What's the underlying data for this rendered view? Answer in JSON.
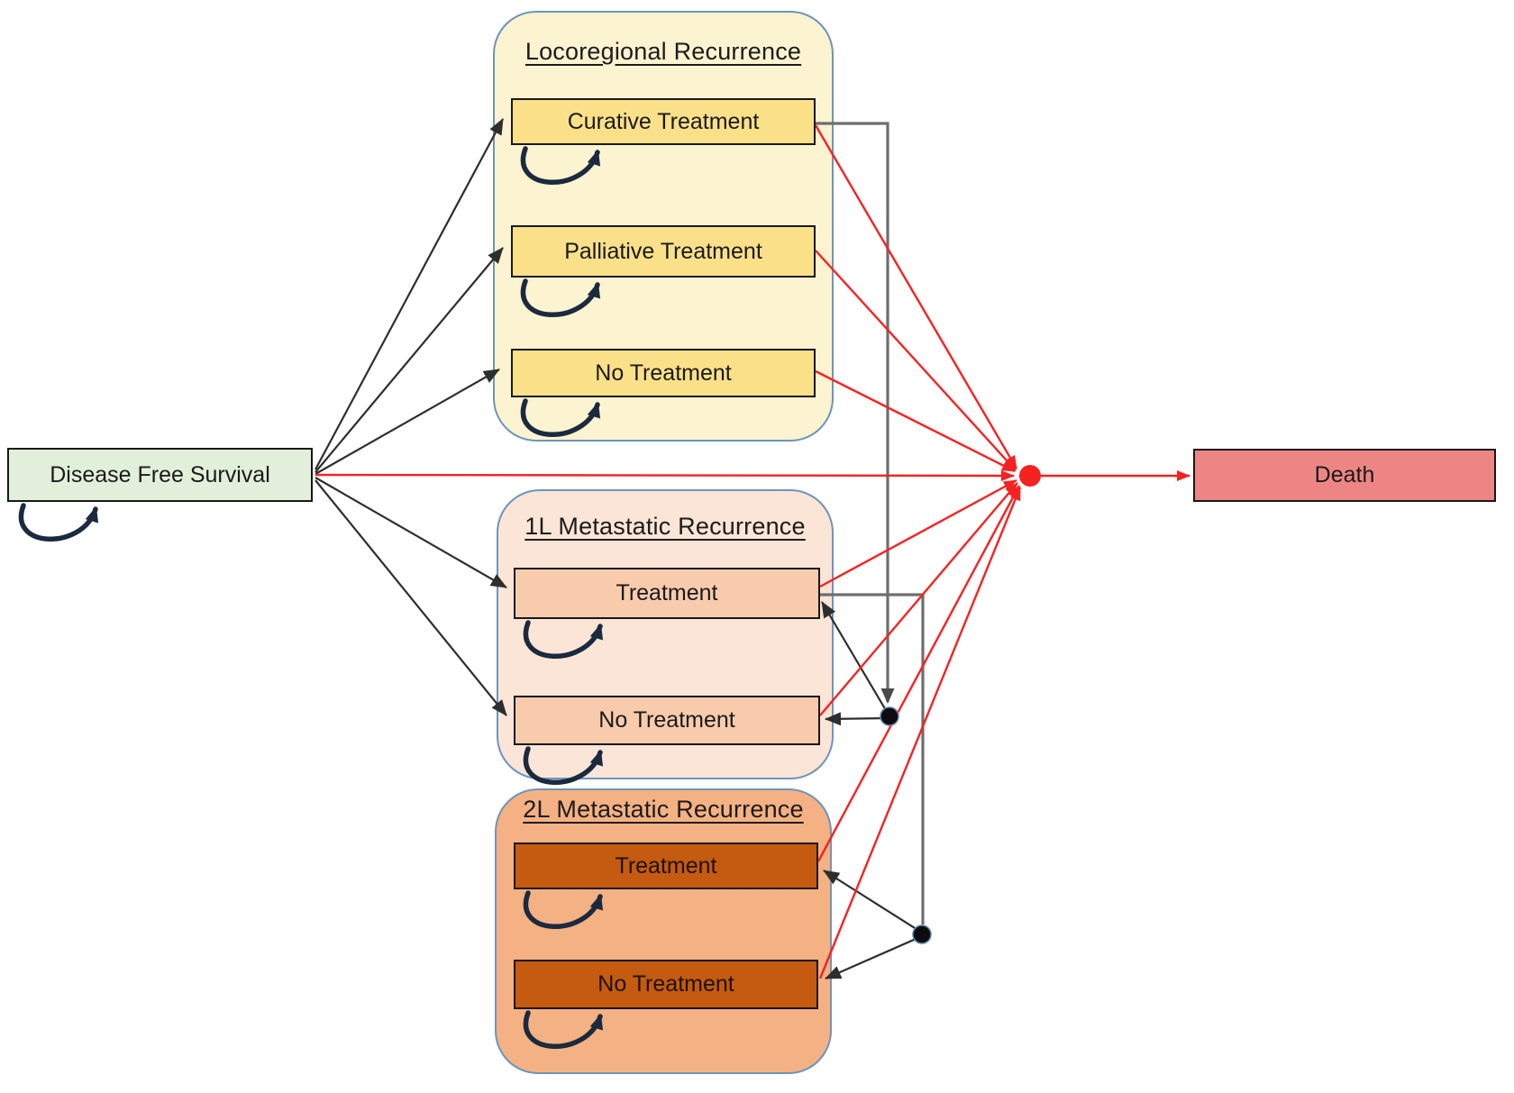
{
  "diagram": {
    "type": "state-transition-model",
    "nodes": {
      "dfs": {
        "label": "Disease Free Survival"
      },
      "death": {
        "label": "Death"
      }
    },
    "groups": [
      {
        "title": "Locoregional Recurrence",
        "states": [
          {
            "label": "Curative Treatment"
          },
          {
            "label": "Palliative Treatment"
          },
          {
            "label": "No Treatment"
          }
        ]
      },
      {
        "title": "1L Metastatic Recurrence",
        "states": [
          {
            "label": "Treatment"
          },
          {
            "label": "No Treatment"
          }
        ]
      },
      {
        "title": "2L Metastatic Recurrence",
        "states": [
          {
            "label": "Treatment"
          },
          {
            "label": "No Treatment"
          }
        ]
      }
    ],
    "self_loop_states": [
      "Disease Free Survival",
      "Curative Treatment",
      "Palliative Treatment",
      "No Treatment (Locoregional)",
      "Treatment (1L)",
      "No Treatment (1L)",
      "Treatment (2L)",
      "No Treatment (2L)"
    ],
    "edges": [
      {
        "from": "Disease Free Survival",
        "to": "Curative Treatment",
        "color": "black"
      },
      {
        "from": "Disease Free Survival",
        "to": "Palliative Treatment",
        "color": "black"
      },
      {
        "from": "Disease Free Survival",
        "to": "No Treatment (Locoregional)",
        "color": "black"
      },
      {
        "from": "Disease Free Survival",
        "to": "Treatment (1L)",
        "color": "black"
      },
      {
        "from": "Disease Free Survival",
        "to": "No Treatment (1L)",
        "color": "black"
      },
      {
        "from": "Curative Treatment",
        "to": "Treatment (1L)",
        "color": "gray"
      },
      {
        "from": "Curative Treatment",
        "to": "No Treatment (1L)",
        "color": "gray"
      },
      {
        "from": "Treatment (1L)",
        "to": "Treatment (2L)",
        "color": "gray"
      },
      {
        "from": "Treatment (1L)",
        "to": "No Treatment (2L)",
        "color": "gray"
      },
      {
        "from": "Disease Free Survival",
        "to": "Death",
        "color": "red"
      },
      {
        "from": "Curative Treatment",
        "to": "Death",
        "color": "red"
      },
      {
        "from": "Palliative Treatment",
        "to": "Death",
        "color": "red"
      },
      {
        "from": "No Treatment (Locoregional)",
        "to": "Death",
        "color": "red"
      },
      {
        "from": "Treatment (1L)",
        "to": "Death",
        "color": "red"
      },
      {
        "from": "No Treatment (1L)",
        "to": "Death",
        "color": "red"
      },
      {
        "from": "Treatment (2L)",
        "to": "Death",
        "color": "red"
      },
      {
        "from": "No Treatment (2L)",
        "to": "Death",
        "color": "red"
      }
    ],
    "colors": {
      "dfs_fill": "#e2efda",
      "death_fill": "#ee8585",
      "loco_group_fill": "#fcf3d0",
      "loco_state_fill": "#fbe08a",
      "met1l_group_fill": "#fbe5d6",
      "met1l_state_fill": "#f8cbad",
      "met2l_group_fill": "#f4b183",
      "met2l_state_fill": "#c55a11",
      "group_border": "#6d94bd",
      "state_border": "#181818",
      "edge_black": "#2e2e2e",
      "edge_gray": "#6e6e6e",
      "edge_red": "#f52222",
      "self_loop": "#1b2a3e",
      "junction_black": "#0d0d0d"
    }
  }
}
